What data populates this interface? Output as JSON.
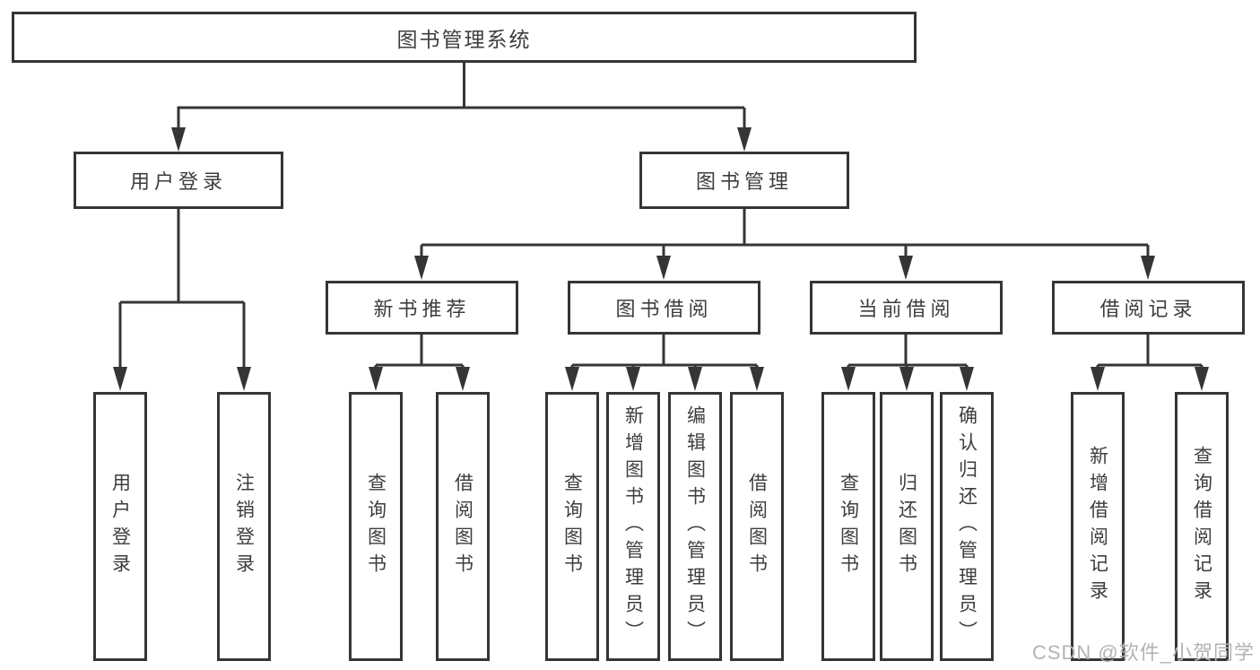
{
  "colors": {
    "line": "#353535",
    "text": "#3d3d3d",
    "background": "#ffffff",
    "watermark": "#b3b3b3"
  },
  "tree": {
    "root": {
      "label": "图书管理系统"
    },
    "level2": [
      {
        "label": "用户登录"
      },
      {
        "label": "图书管理"
      }
    ],
    "level3": [
      {
        "label": "新书推荐"
      },
      {
        "label": "图书借阅"
      },
      {
        "label": "当前借阅"
      },
      {
        "label": "借阅记录"
      }
    ],
    "leaves": [
      {
        "label": "用户登录"
      },
      {
        "label": "注销登录"
      },
      {
        "label": "查询图书"
      },
      {
        "label": "借阅图书"
      },
      {
        "label": "查询图书"
      },
      {
        "label": "新增图书（管理员）"
      },
      {
        "label": "编辑图书（管理员）"
      },
      {
        "label": "借阅图书"
      },
      {
        "label": "查询图书"
      },
      {
        "label": "归还图书"
      },
      {
        "label": "确认归还（管理员）"
      },
      {
        "label": "新增借阅记录"
      },
      {
        "label": "查询借阅记录"
      }
    ]
  },
  "watermark": {
    "text": "CSDN @软件_小贺同学"
  }
}
